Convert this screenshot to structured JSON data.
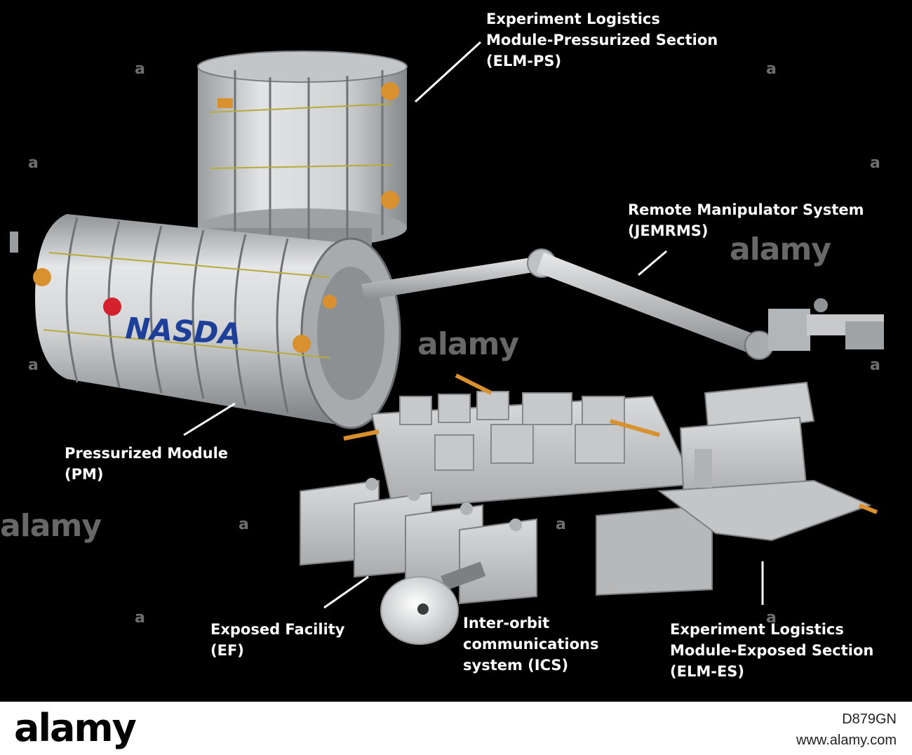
{
  "labels": {
    "elm_ps": [
      "Experiment Logistics",
      "Module-Pressurized Section",
      "(ELM-PS)"
    ],
    "rms": [
      "Remote Manipulator System",
      "(JEMRMS)"
    ],
    "pm": [
      "Pressurized Module",
      "(PM)"
    ],
    "ef": [
      "Exposed Facility",
      "(EF)"
    ],
    "ics": [
      "Inter-orbit",
      "communications",
      "system (ICS)"
    ],
    "elm_es": [
      "Experiment Logistics",
      "Module-Exposed Section",
      "(ELM-ES)"
    ]
  },
  "module_logo": "NASDA",
  "watermark": {
    "small": "a",
    "large": "alamy"
  },
  "footer": {
    "logo": "alamy",
    "image_id": "D879GN",
    "url": "www.alamy.com"
  },
  "colors": {
    "background": "#000000",
    "module_gray": "#cfd2d4",
    "bracket_orange": "#d9902e",
    "logo_blue": "#1e3f98",
    "logo_red": "#d5202d"
  }
}
